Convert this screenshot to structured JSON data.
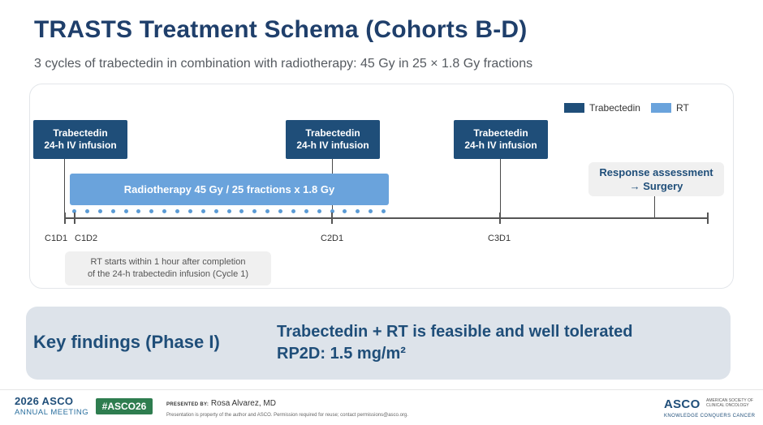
{
  "slide": {
    "title": "TRASTS Treatment Schema (Cohorts B-D)",
    "subtitle": "3 cycles of trabectedin in combination with radiotherapy: 45 Gy in 25 × 1.8 Gy fractions"
  },
  "legend": {
    "items": [
      {
        "label": "Trabectedin",
        "color": "#1f4e79"
      },
      {
        "label": "RT",
        "color": "#6aa3dc"
      }
    ]
  },
  "schema": {
    "trabectedin_boxes": [
      {
        "line1": "Trabectedin",
        "line2": "24-h IV infusion"
      },
      {
        "line1": "Trabectedin",
        "line2": "24-h IV infusion"
      },
      {
        "line1": "Trabectedin",
        "line2": "24-h IV infusion"
      }
    ],
    "rt_bar_label": "Radiotherapy 45 Gy / 25 fractions x 1.8 Gy",
    "timepoints": [
      "C1D1",
      "C1D2",
      "C2D1",
      "C3D1"
    ],
    "rt_fraction_count": 25,
    "note": {
      "line1": "RT starts within 1 hour after completion",
      "line2": "of the 24-h trabectedin infusion (Cycle 1)"
    },
    "response": {
      "line1": "Response assessment",
      "line2": "→ Surgery"
    }
  },
  "findings": {
    "label": "Key findings (Phase I)",
    "line1": "Trabectedin + RT is feasible and well tolerated",
    "line2": "RP2D: 1.5 mg/m²"
  },
  "footer": {
    "meeting_year": "2026 ASCO",
    "meeting_name": "ANNUAL MEETING",
    "hashtag": "#ASCO26",
    "presented_by_label": "PRESENTED BY:",
    "presenter": "Rosa Alvarez, MD",
    "disclaimer": "Presentation is property of the author and ASCO. Permission required for reuse; contact permissions@asco.org.",
    "asco_logo": "ASCO",
    "society_line1": "AMERICAN SOCIETY OF",
    "society_line2": "CLINICAL ONCOLOGY",
    "tagline": "KNOWLEDGE CONQUERS CANCER"
  }
}
